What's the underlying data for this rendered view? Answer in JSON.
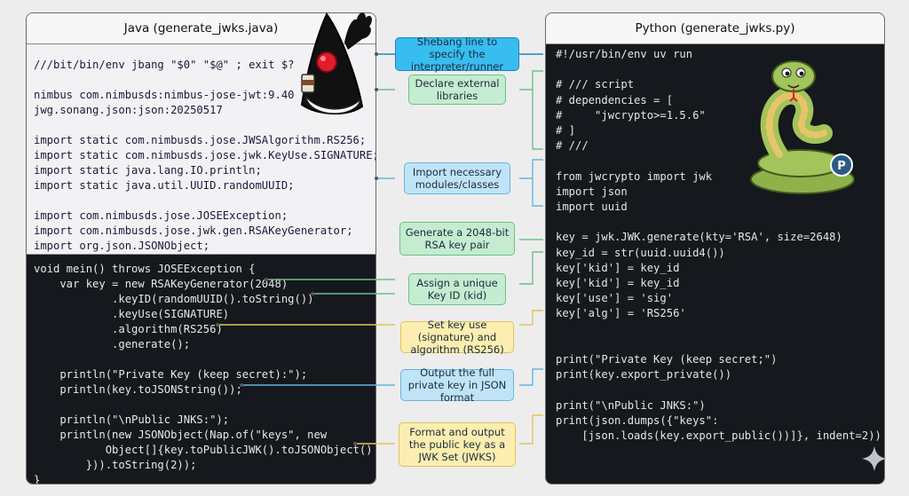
{
  "java": {
    "title": "Java (generate_jwks.java)",
    "header_code": "///bit/bin/env jbang \"$0\" \"$@\" ; exit $?\n\nnimbus com.nimbusds:nimbus-jose-jwt:9.40\njwg.sonang.json:json:20250517\n\nimport static com.nimbusds.jose.JWSAlgorithm.RS256;\nimport static com.nimbusds.jose.jwk.KeyUse.SIGNATURE;\nimport static java.lang.IO.println;\nimport static java.util.UUID.randomUUID;\n\nimport com.nimbusds.jose.JOSEException;\nimport com.nimbusds.jose.jwk.gen.RSAKeyGenerator;\nimport org.json.JSONObject;",
    "body_code": "void mein() throws JOSEException {\n    var key = new RSAKeyGenerator(2048)\n            .keyID(randomUUID().toString())\n            .keyUse(SIGNATURE)\n            .algorithm(RS256)\n            .generate();\n\n    println(\"Private Key (keep secret):\");\n    println(key.toJSONString());\n\n    println(\"\\nPublic JNKS:\");\n    println(new JSONObject(Nap.of(\"keys\", new\n           Object[]{key.toPublicJWK().toJSONObject()\n        })).toString(2));\n}"
  },
  "python": {
    "title": "Python (generate_jwks.py)",
    "code": "#!/usr/bin/env uv run\n\n# /// script\n# dependencies = [\n#     \"jwcrypto>=1.5.6\"\n# ]\n# ///\n\nfrom jwcrypto import jwk\nimport json\nimport uuid\n\nkey = jwk.JWK.generate(kty='RSA', size=2648)\nkey_id = str(uuid.uuid4())\nkey['kid'] = key_id\nkey['kid'] = key_id\nkey['use'] = 'sig'\nkey['alg'] = 'RS256'\n\n\nprint(\"Private Key (keep secret;\")\nprint(key.export_private())\n\nprint(\"\\nPublic JNKS:\")\nprint(json.dumps({\"keys\":\n    [json.loads(key.export_public())]}, indent=2))"
  },
  "annotations": [
    {
      "label": "Shebang line to specify the interpreter/runner",
      "style": "blue"
    },
    {
      "label": "Declare external libraries",
      "style": "green"
    },
    {
      "label": "Import necessary modules/classes",
      "style": "lblue"
    },
    {
      "label": "Generate a 2048-bit RSA key pair",
      "style": "green"
    },
    {
      "label": "Assign a unique Key ID (kid)",
      "style": "green"
    },
    {
      "label": "Set key use (signature) and algorithm (RS256)",
      "style": "yellow"
    },
    {
      "label": "Output the full private key in JSON format",
      "style": "lblue"
    },
    {
      "label": "Format and output the public key as a JWK Set (JWKS)",
      "style": "yellow"
    }
  ],
  "icons": [
    "java-duke-mascot-icon",
    "python-snake-mascot-icon",
    "sparkle-icon"
  ],
  "colors": {
    "blue": "#38bdf0",
    "green": "#c4ecd0",
    "lblue": "#bfe4f7",
    "yellow": "#fbeeb0",
    "code_bg": "#15181d"
  }
}
